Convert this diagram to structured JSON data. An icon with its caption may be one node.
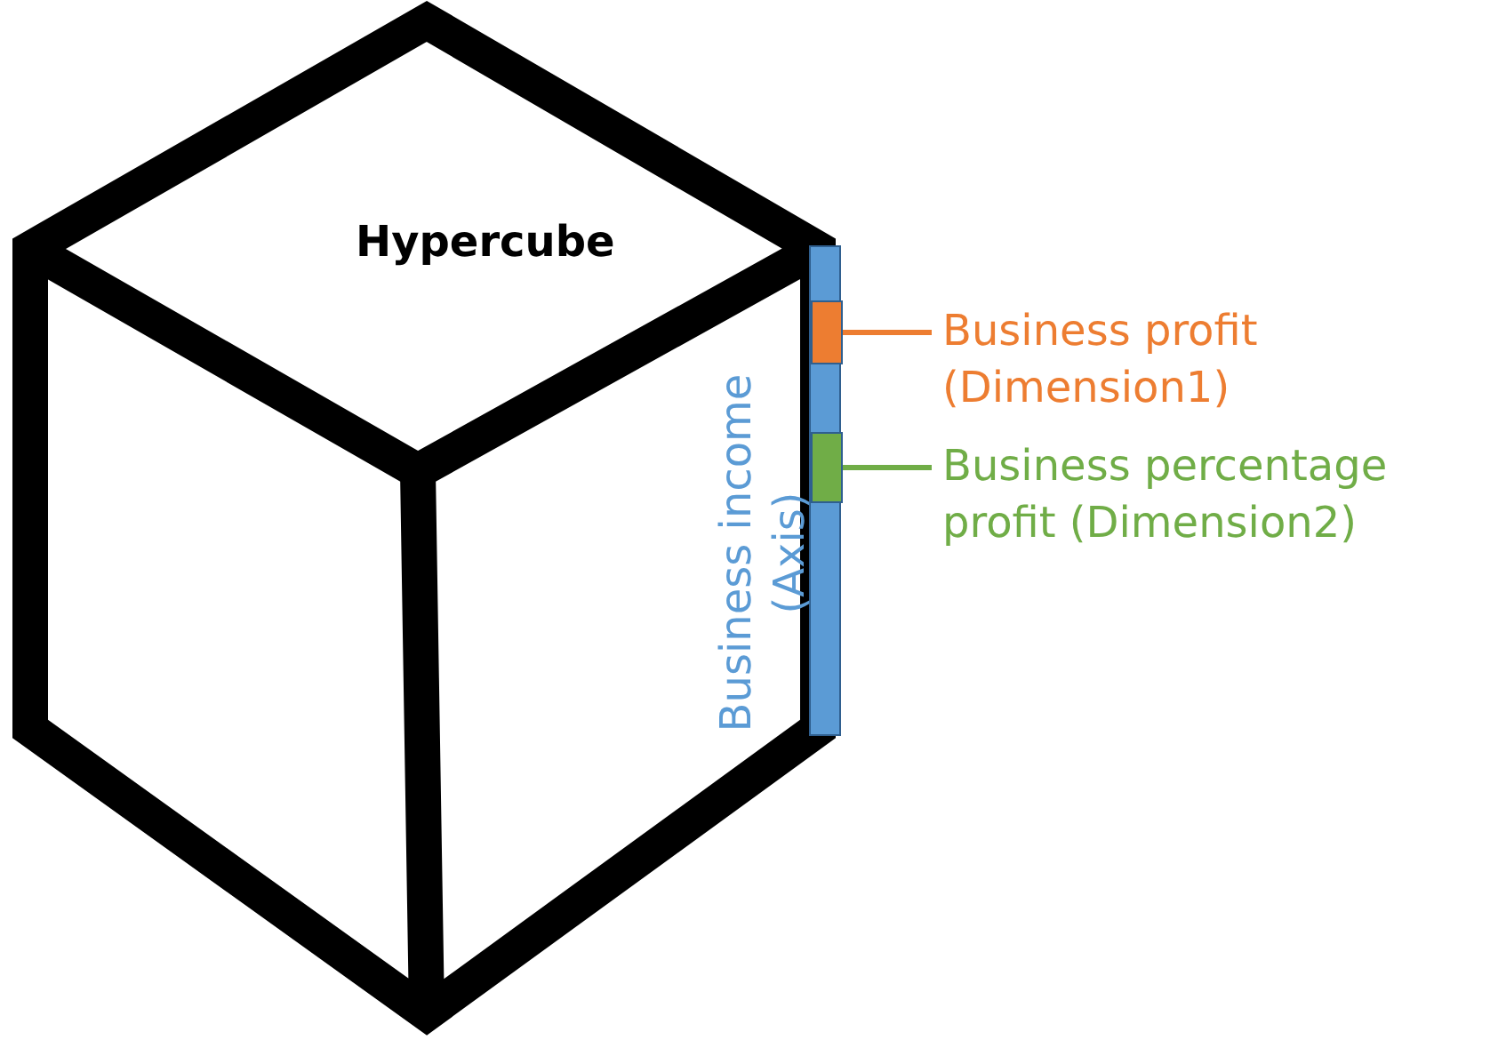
{
  "diagram": {
    "nodes": [
      {
        "text": [
          "Hypercube"
        ]
      },
      {
        "text": [],
        "shape": "bar",
        "beside": [
          "Business income (Axis)"
        ]
      },
      {
        "text": [],
        "shape": "bar",
        "in": 1
      },
      {
        "text": [],
        "shape": "bar",
        "in": 1
      },
      {
        "text": [
          "Business profit (Dimension1)"
        ]
      },
      {
        "text": [
          "Business percentage profit (Dimension2)"
        ]
      }
    ],
    "edges": [
      {
        "from": 4,
        "to": 2,
        "arrow": "none",
        "color": "#ed7d31"
      },
      {
        "from": 5,
        "to": 3,
        "arrow": "none",
        "color": "#70ad47"
      }
    ]
  }
}
